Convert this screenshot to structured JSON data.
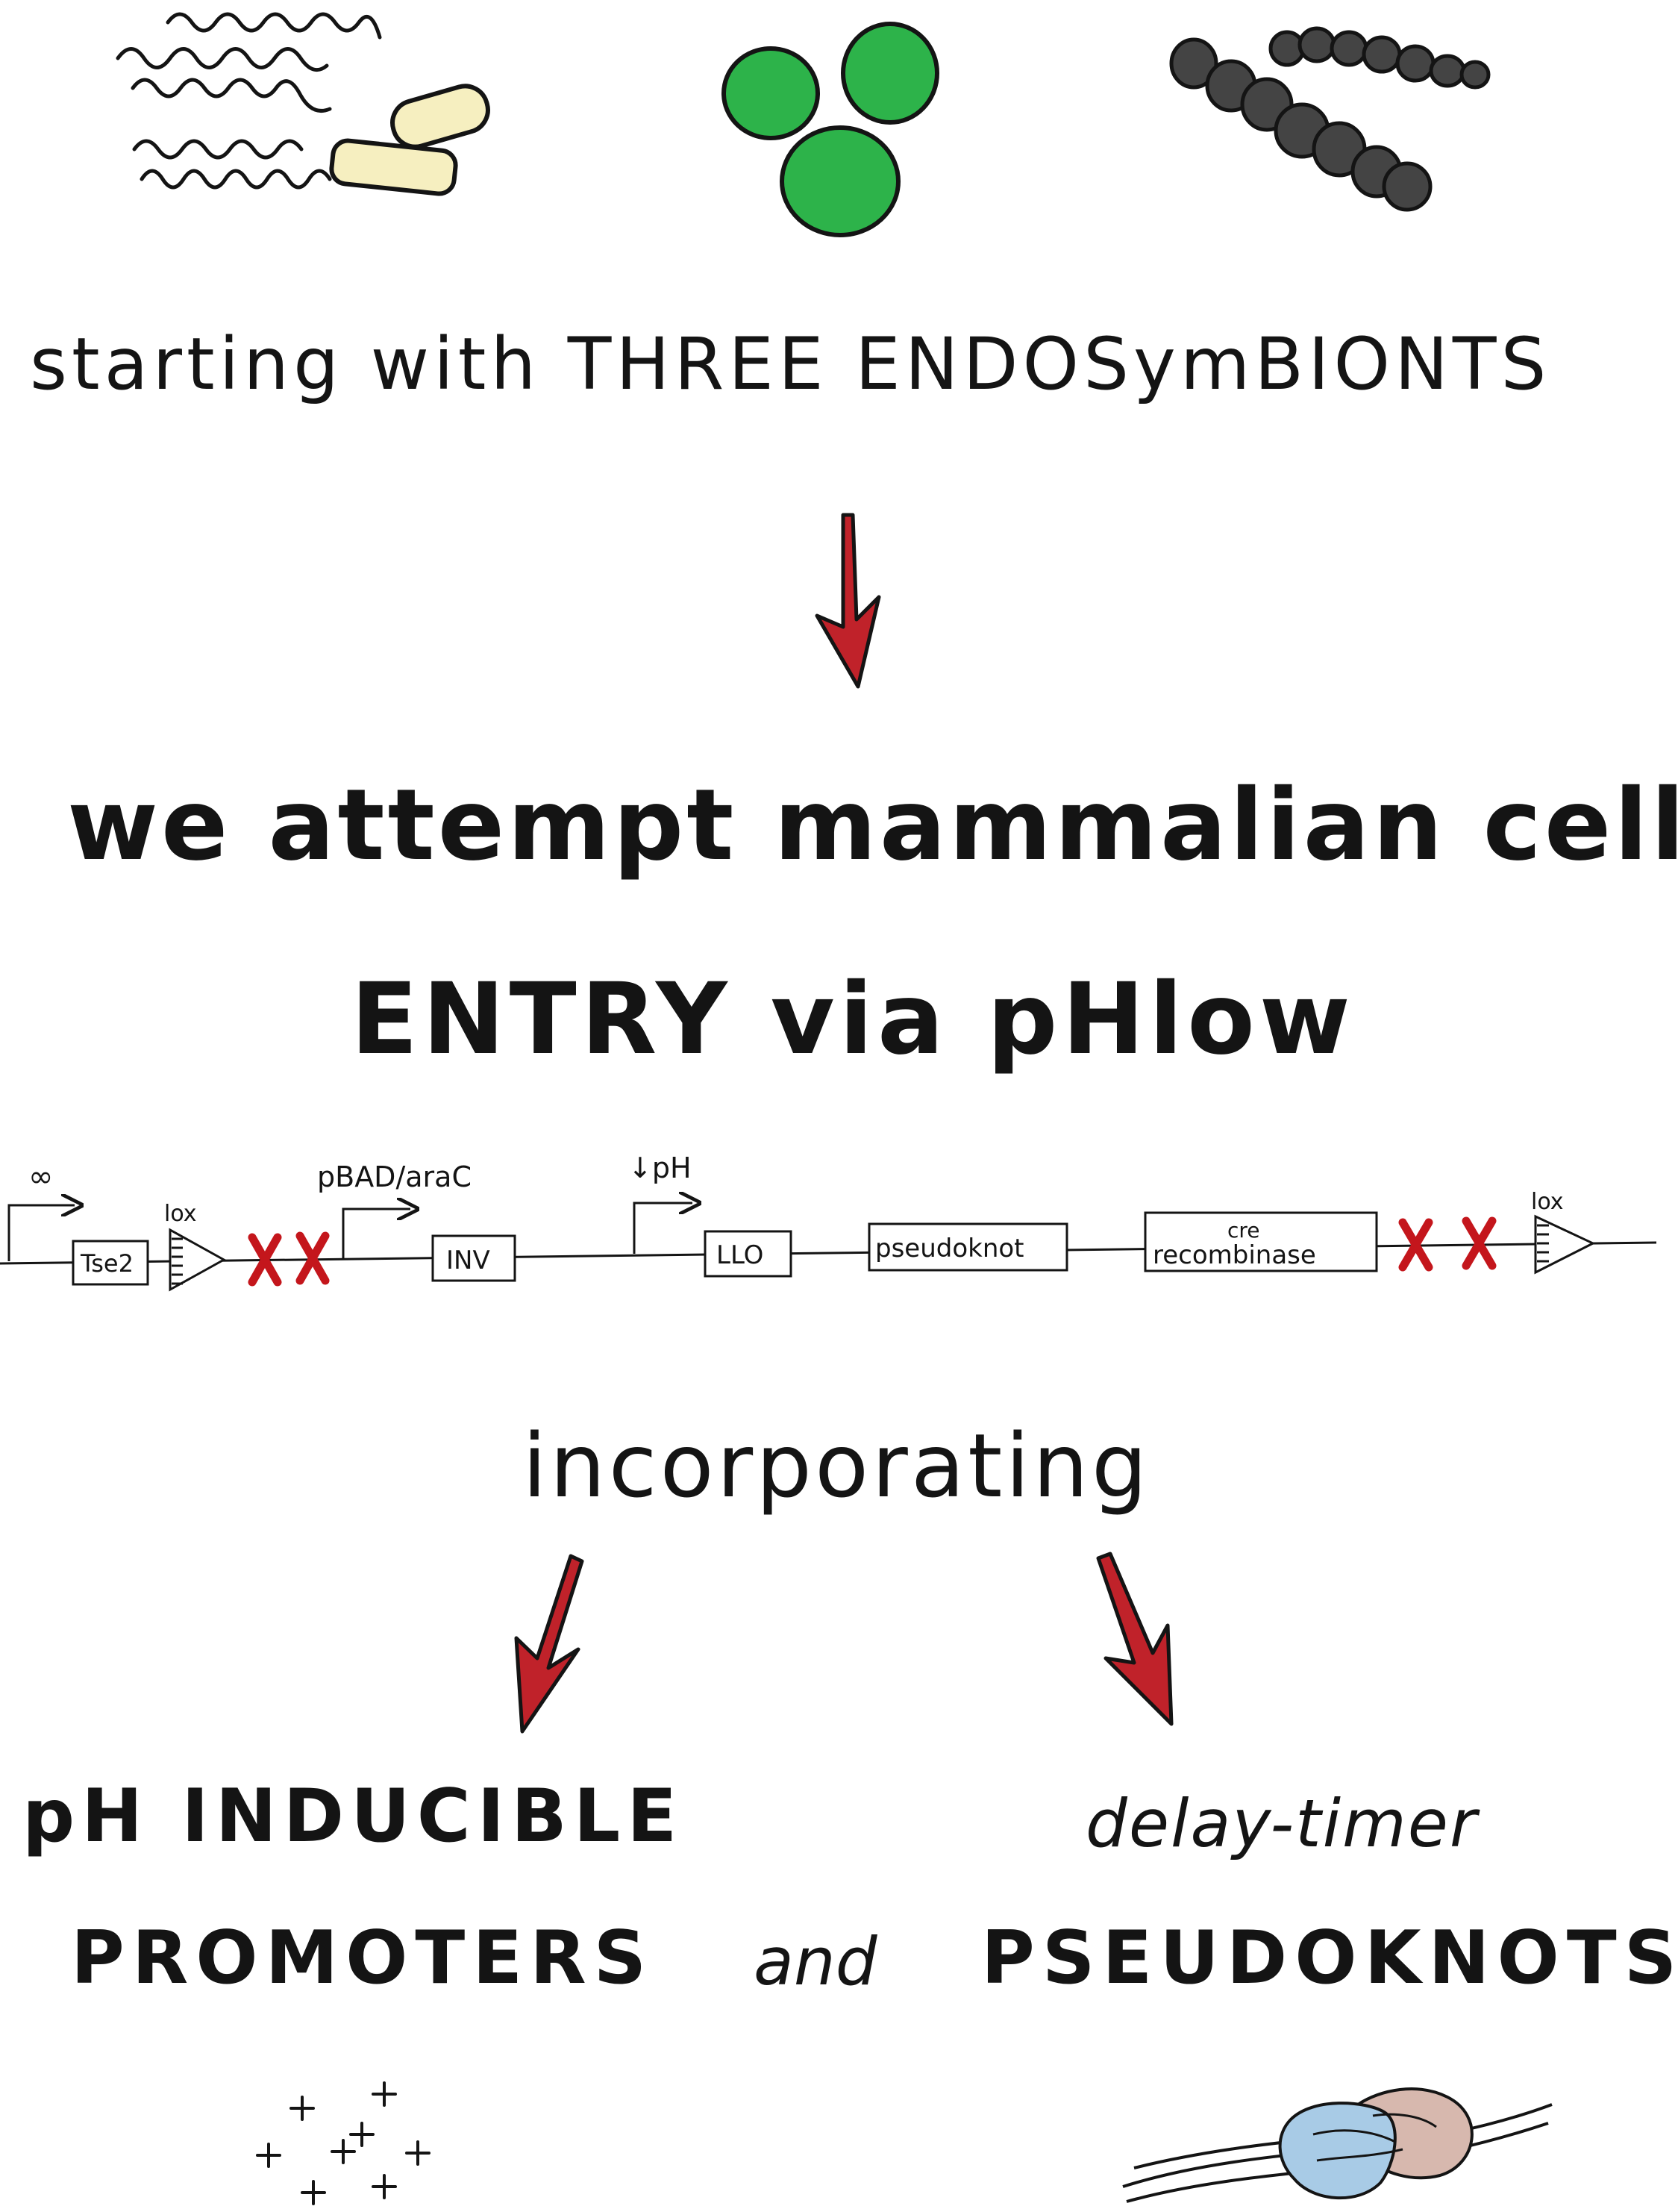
{
  "intro": "starting with THREE ENDOSymBIONTS",
  "headline": {
    "line1": "we attempt mammalian cell",
    "line2": "ENTRY via pHlow"
  },
  "construct": {
    "promoter_labels": [
      "∞",
      "pBAD/araC",
      "↓pH"
    ],
    "lox_left": "lox",
    "lox_right": "lox",
    "genes": [
      "Tse2",
      "INV",
      "LLO",
      "pseudoknot"
    ],
    "cre_top": "cre",
    "cre_bottom": "recombinase",
    "colors": {
      "stop_x": "#c4161c"
    }
  },
  "incorporating": "incorporating",
  "left_result": {
    "line1": "pH INDUCIBLE",
    "line2": "PROMOTERS"
  },
  "connector": "and",
  "right_result": {
    "script": "delay-timer",
    "title": "PSEUDOKNOTS"
  },
  "colors": {
    "arrow_red": "#c0222a",
    "bacteria_yellow": "#f6efc0",
    "bacteria_green": "#2db34a",
    "bacteria_dark": "#444444",
    "pseudoknot_blue": "#a8cbe6",
    "pseudoknot_pink": "#d7b8ae"
  }
}
